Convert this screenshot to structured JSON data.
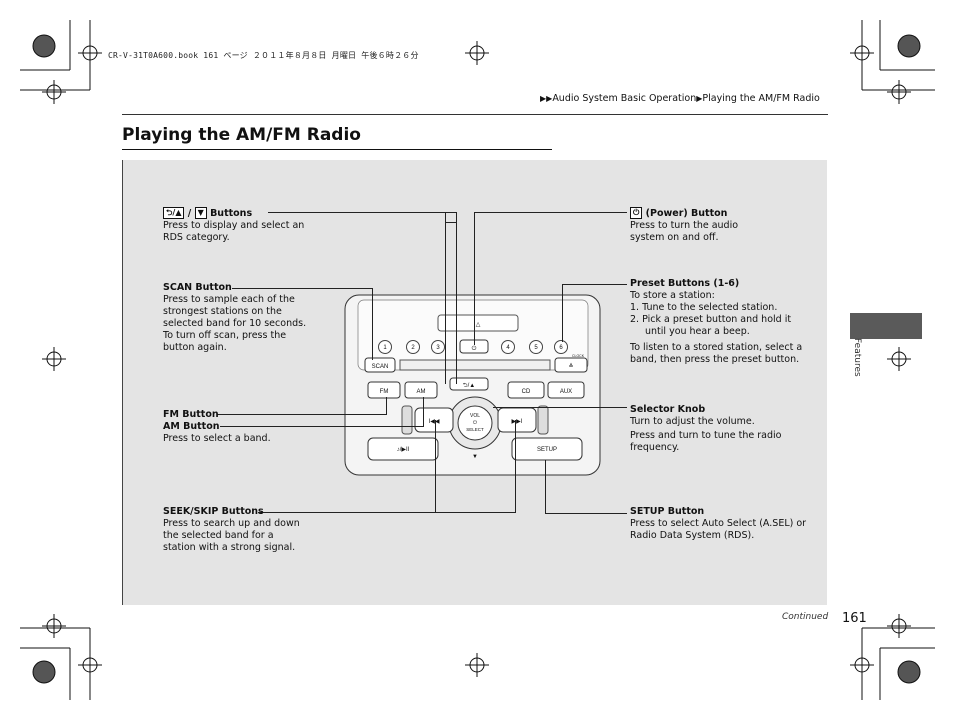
{
  "header_note": "CR-V-31T0A600.book  161 ページ  ２０１１年８月８日  月曜日  午後６時２６分",
  "breadcrumb": {
    "arrows": "▶▶",
    "section": "Audio System Basic Operation",
    "sep": "▶",
    "page": "Playing the AM/FM Radio"
  },
  "page_title": "Playing the AM/FM Radio",
  "side_tab": "Features",
  "callouts": {
    "nav_buttons": {
      "title_left_icon": "⮌/▲",
      "title_sep": "/",
      "title_right_icon": "▼",
      "title": "Buttons",
      "text": [
        "Press to display and select an",
        "RDS category."
      ]
    },
    "scan": {
      "title": "SCAN Button",
      "text": [
        "Press to sample each of the",
        "strongest stations on the",
        "selected band for 10 seconds.",
        "To turn off scan, press the",
        "button again."
      ]
    },
    "fm": {
      "title": "FM Button"
    },
    "am": {
      "title": "AM Button",
      "text": "Press to select a band."
    },
    "seek": {
      "title": "SEEK/SKIP Buttons",
      "text": [
        "Press to search up and down",
        "the selected band for a",
        "station with a strong signal."
      ]
    },
    "power": {
      "icon": "⏻",
      "title": "(Power) Button",
      "text": [
        "Press to turn the audio",
        "system on and off."
      ]
    },
    "preset": {
      "title": "Preset Buttons (1-6)",
      "intro": "To store a station:",
      "step1": "1.  Tune to the selected station.",
      "step2a": "2.  Pick a preset button and hold it",
      "step2b": "until you hear a beep.",
      "outro": [
        "To listen to a stored station, select a",
        "band, then press the preset button."
      ]
    },
    "selector": {
      "title": "Selector Knob",
      "text1": "Turn to adjust the volume.",
      "text2": [
        "Press and turn to tune the radio",
        "frequency."
      ]
    },
    "setup": {
      "title": "SETUP Button",
      "text": [
        "Press to select Auto Select (A.SEL) or",
        "Radio Data System (RDS)."
      ]
    }
  },
  "radio_unit": {
    "presets": [
      "1",
      "2",
      "3",
      "4",
      "5",
      "6"
    ],
    "scan_label": "SCAN",
    "eject_label": "≜",
    "fm_label": "FM",
    "am_label": "AM",
    "back_up_label": "⮌/▲",
    "cd_label": "CD",
    "aux_label": "AUX",
    "prev_label": "I◀◀",
    "next_label": "▶▶I",
    "knob_top": "VOL",
    "knob_mid": "⏻",
    "knob_bottom": "SELECT",
    "play_pause_label": "♪/▶II",
    "down_label": "▼",
    "setup_label": "SETUP",
    "power_label": "⏻",
    "warn_label": "△",
    "clock_label": "CLOCK"
  },
  "footer": {
    "continued": "Continued",
    "page_number": "161"
  }
}
